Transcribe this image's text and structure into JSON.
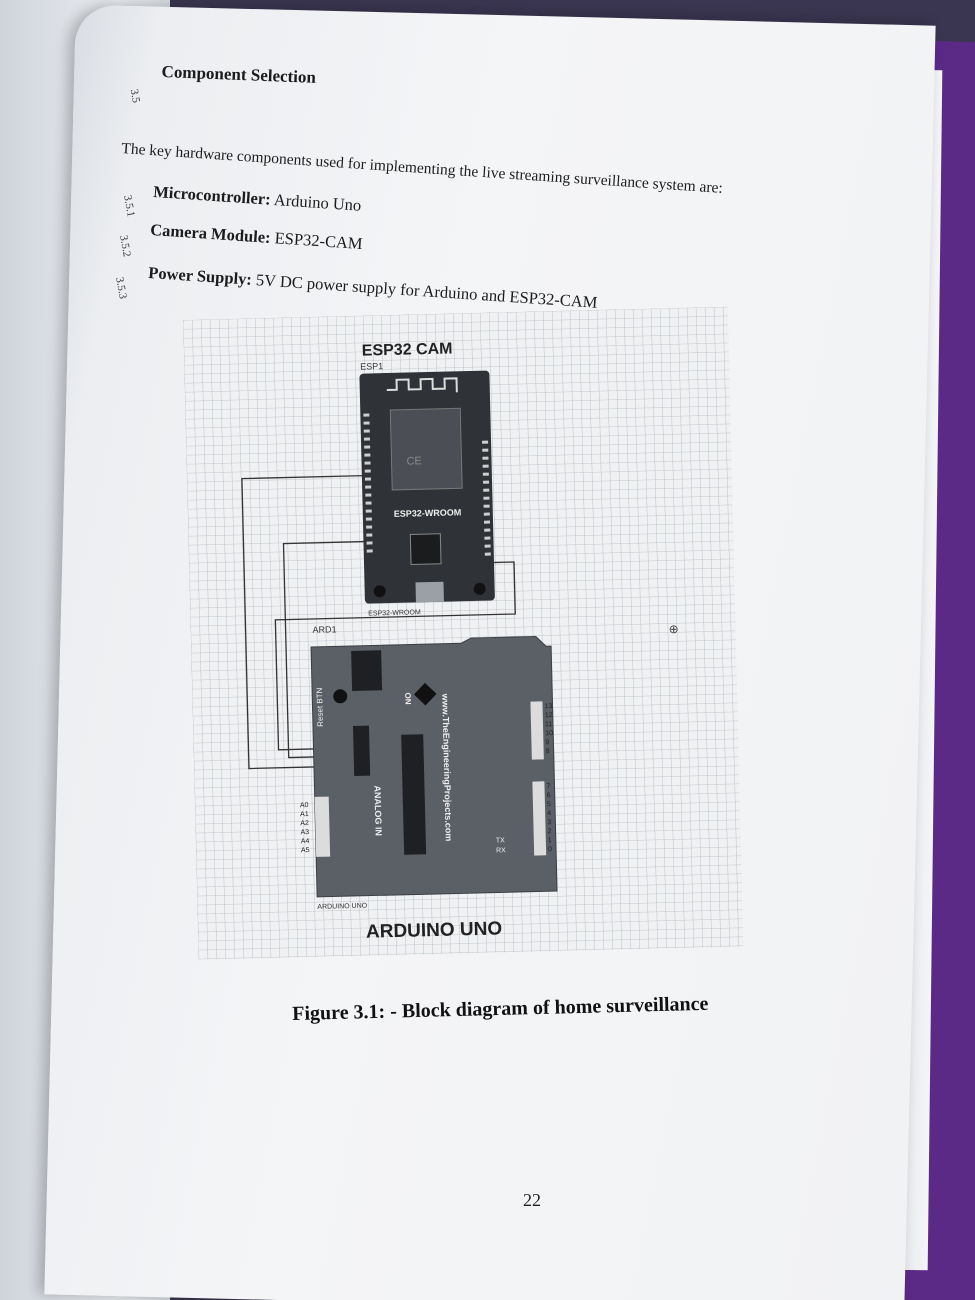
{
  "section": {
    "number": "3.5",
    "title": "Component Selection",
    "intro": "The key hardware components used for implementing the live streaming surveillance system are:"
  },
  "components": [
    {
      "number": "3.5.1",
      "label": "Microcontroller:",
      "value": "Arduino Uno"
    },
    {
      "number": "3.5.2",
      "label": "Camera Module:",
      "value": "ESP32-CAM"
    },
    {
      "number": "3.5.3",
      "label": "Power Supply:",
      "value": "5V DC power supply for Arduino and ESP32-CAM"
    }
  ],
  "diagram": {
    "esp_title": "ESP32 CAM",
    "esp_ref": "ESP1",
    "esp_chip": "ESP32-WROOM",
    "esp_chip_sub": "ESP32-WROOM",
    "arduino_ref": "ARD1",
    "arduino_title": "ARDUINO UNO",
    "arduino_sub": "ARDUINO UNO",
    "arduino_url": "www.TheEngineeringProjects.com",
    "analog_in": "ANALOG IN",
    "on_label": "ON",
    "reset_btn": "Reset BTN",
    "tx": "TX",
    "rx": "RX",
    "analog_pins": [
      "A0",
      "A1",
      "A2",
      "A3",
      "A4",
      "A5"
    ],
    "digital_pins": [
      "13",
      "12",
      "11",
      "10",
      "9",
      "8",
      "7",
      "6",
      "5",
      "4",
      "3",
      "2",
      "1",
      "0"
    ]
  },
  "figure_caption": "Figure 3.1: - Block diagram of home surveillance",
  "page_number": "22"
}
